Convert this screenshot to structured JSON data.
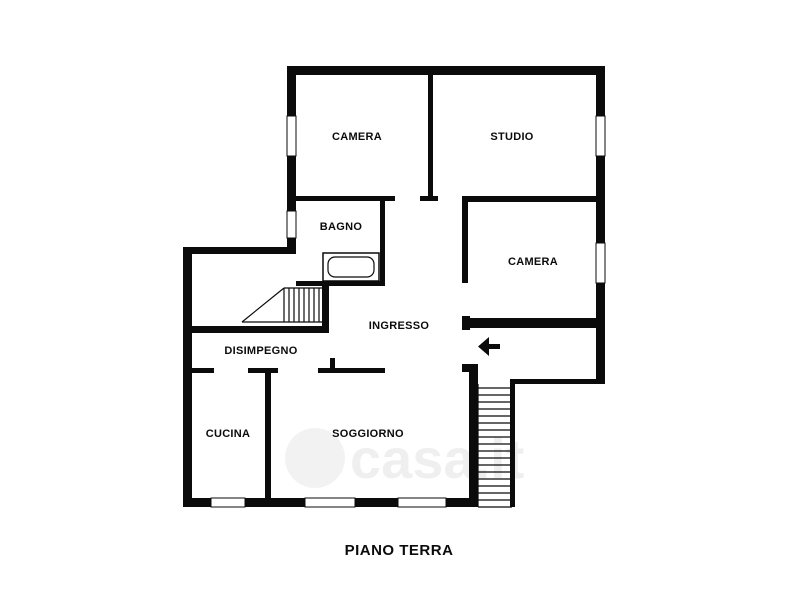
{
  "plan": {
    "title": "PIANO TERRA",
    "rooms": {
      "camera_top": "CAMERA",
      "studio": "STUDIO",
      "bagno": "BAGNO",
      "camera_right": "CAMERA",
      "ingresso": "INGRESSO",
      "disimpegno": "DISIMPEGNO",
      "cucina": "CUCINA",
      "soggiorno": "SOGGIORNO"
    },
    "watermark": "casa.it",
    "colors": {
      "walls": "#0b0b0b",
      "background": "#ffffff"
    }
  }
}
